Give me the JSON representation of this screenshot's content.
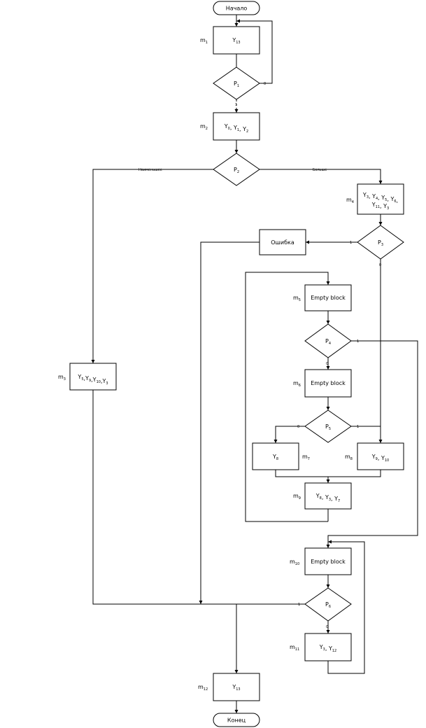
{
  "terminals": {
    "start": "Начало",
    "end": "Конец"
  },
  "blocks": {
    "m1": {
      "mark": "m",
      "mark_sub": "1",
      "text": [
        [
          "Y",
          "13"
        ]
      ]
    },
    "m2": {
      "mark": "m",
      "mark_sub": "2",
      "text": [
        [
          "Y",
          "0"
        ],
        ", ",
        [
          "Y",
          "1"
        ],
        ", ",
        [
          "Y",
          "2"
        ]
      ]
    },
    "m3_left": {
      "mark": "m",
      "mark_sub": "3",
      "text": [
        [
          "Y",
          "5"
        ],
        ",",
        [
          "Y",
          "9"
        ],
        ",",
        [
          "Y",
          "10"
        ],
        ",",
        [
          "Y",
          "3"
        ]
      ]
    },
    "m4": {
      "mark": "m",
      "mark_sub": "4",
      "line1": [
        [
          "Y",
          "3"
        ],
        ", ",
        [
          "Y",
          "4"
        ],
        ", ",
        [
          "Y",
          "5"
        ],
        ", ",
        [
          "Y",
          "6"
        ],
        ","
      ],
      "line2": [
        [
          "Y",
          "11"
        ],
        ", ",
        [
          "Y",
          "3"
        ]
      ]
    },
    "error": {
      "text": "Ошибка"
    },
    "m5": {
      "mark": "m",
      "mark_sub": "5",
      "text": "Empty block"
    },
    "m6": {
      "mark": "m",
      "mark_sub": "6",
      "text": "Empty block"
    },
    "m7": {
      "mark": "m",
      "mark_sub": "7",
      "text": [
        [
          "Y",
          "8"
        ]
      ]
    },
    "m8": {
      "mark": "m",
      "mark_sub": "8",
      "text": [
        [
          "Y",
          "9"
        ],
        ", ",
        [
          "Y",
          "10"
        ]
      ]
    },
    "m9": {
      "mark": "m",
      "mark_sub": "9",
      "text": [
        [
          "Y",
          "8"
        ],
        ", ",
        [
          "Y",
          "3"
        ],
        ", ",
        [
          "Y",
          "7"
        ]
      ]
    },
    "m10": {
      "mark": "m",
      "mark_sub": "10",
      "text": "Empty block"
    },
    "m11": {
      "mark": "m",
      "mark_sub": "11",
      "text": [
        [
          "Y",
          "3"
        ],
        ", ",
        [
          "Y",
          "12"
        ]
      ]
    },
    "m12": {
      "mark": "m",
      "mark_sub": "12",
      "text": [
        [
          "Y",
          "13"
        ]
      ]
    }
  },
  "conditions": {
    "p1": {
      "name": "P",
      "sub": "1"
    },
    "p2": {
      "name": "P",
      "sub": "2"
    },
    "p3": {
      "name": "P",
      "sub": "3"
    },
    "p4": {
      "name": "P",
      "sub": "4"
    },
    "p5": {
      "name": "P",
      "sub": "5"
    },
    "p6": {
      "name": "P",
      "sub": "6"
    }
  },
  "edge_labels": {
    "p1_false": "0",
    "p1_true": "1",
    "p2_left": "Наименьшее",
    "p2_right": "Больше",
    "p3_true": "1",
    "p3_false": "0",
    "p4_true": "1",
    "p4_false": "0",
    "p5_false": "0",
    "p5_true": "1",
    "p6_true": "1",
    "p6_false": "0"
  }
}
